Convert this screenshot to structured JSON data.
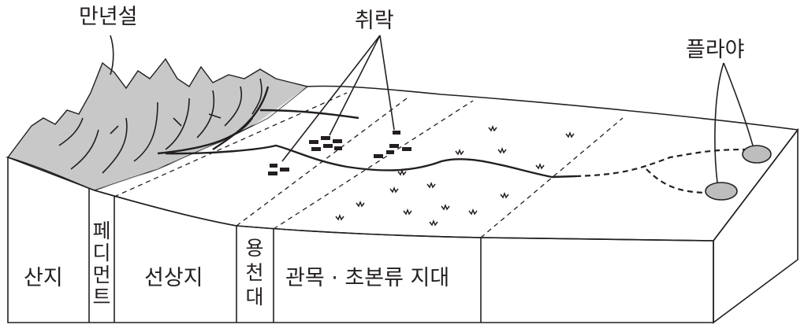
{
  "labels": {
    "glacier": "만년설",
    "settlement": "취락",
    "playa": "플라야"
  },
  "zones": {
    "mountain": "산지",
    "pediment": [
      "페",
      "디",
      "먼",
      "트"
    ],
    "alluvial_fan": "선상지",
    "spring_zone": [
      "용",
      "천",
      "대"
    ],
    "shrub_zone": "관목 · 초본류 지대"
  }
}
